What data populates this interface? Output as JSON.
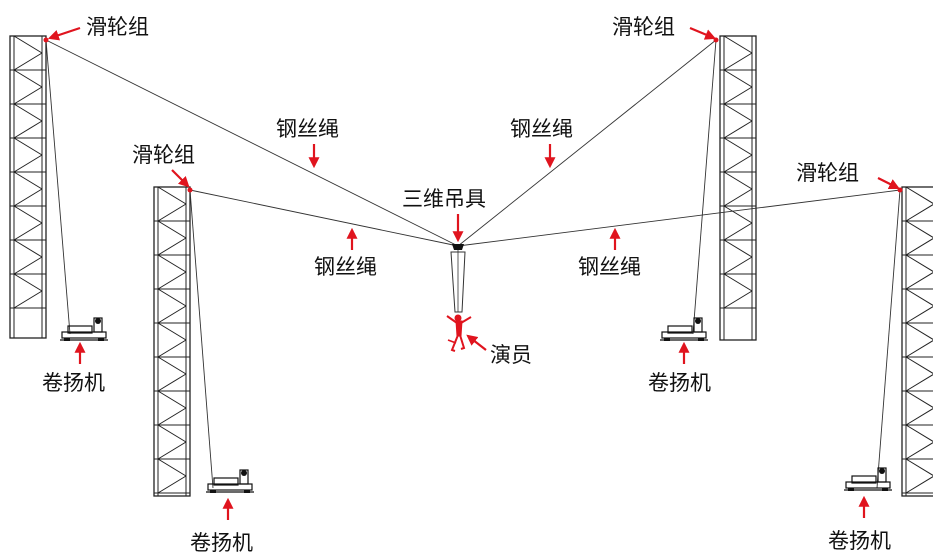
{
  "labels": {
    "pulley": "滑轮组",
    "cable": "钢丝绳",
    "rig": "三维吊具",
    "winch": "卷扬机",
    "performer": "演员"
  },
  "colors": {
    "accent": "#e0141e",
    "line": "#222222",
    "background": "#ffffff"
  }
}
